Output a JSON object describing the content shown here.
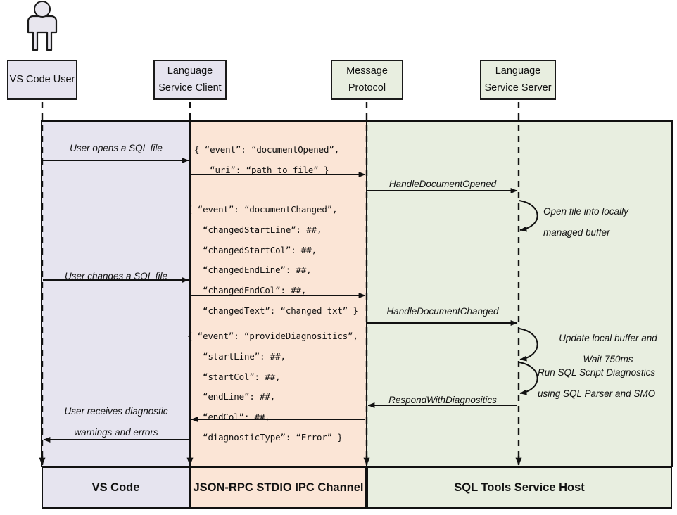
{
  "diagram": {
    "title": "SQL Tools Service language service sequence diagram",
    "type": "sequence-diagram",
    "colors": {
      "vscode_band": "#e6e4ef",
      "ipc_band": "#fbe5d6",
      "service_band": "#e8eee0",
      "stroke": "#111111",
      "actor_fill": "#e8e6ee"
    }
  },
  "actor": {
    "name": "user-actor",
    "label": ""
  },
  "participants": [
    {
      "id": "vscode-user",
      "line1": "VS Code User",
      "line2": "",
      "fill": "#e6e4ef"
    },
    {
      "id": "language-service-client",
      "line1": "Language",
      "line2": "Service Client",
      "fill": "#e6e4ef"
    },
    {
      "id": "message-protocol",
      "line1": "Message",
      "line2": "Protocol",
      "fill": "#e8eee0"
    },
    {
      "id": "language-service-server",
      "line1": "Language",
      "line2": "Service Server",
      "fill": "#e8eee0"
    }
  ],
  "bands": [
    {
      "id": "vscode-band",
      "label": "VS Code"
    },
    {
      "id": "ipc-band",
      "label": "JSON-RPC STDIO IPC Channel"
    },
    {
      "id": "service-band",
      "label": "SQL Tools Service Host"
    }
  ],
  "messages": [
    {
      "id": "user-opens-sql-file",
      "text": "User opens a SQL file",
      "direction": "right"
    },
    {
      "id": "handle-document-opened",
      "text": "HandleDocumentOpened",
      "direction": "right"
    },
    {
      "id": "open-file-into-buffer",
      "text": "Open file into locally\nmanaged buffer",
      "direction": "self"
    },
    {
      "id": "user-changes-sql-file",
      "text": "User changes a SQL file",
      "direction": "right"
    },
    {
      "id": "handle-document-changed",
      "text": "HandleDocumentChanged",
      "direction": "right"
    },
    {
      "id": "update-buffer-wait",
      "text": "Update local buffer and\nWait 750ms",
      "direction": "self"
    },
    {
      "id": "run-sql-script-diagnostics",
      "text": "Run SQL Script Diagnostics\nusing SQL Parser and SMO",
      "direction": "self"
    },
    {
      "id": "respond-with-diagnositics",
      "text": "RespondWithDiagnositics",
      "direction": "left"
    },
    {
      "id": "user-receives-diagnostics",
      "text": "User receives diagnostic\nwarnings and errors",
      "direction": "left"
    }
  ],
  "payloads": [
    {
      "id": "document-opened-payload",
      "lines": [
        "{ “event”: “documentOpened”,",
        "   “uri”: “path_to_file” }"
      ]
    },
    {
      "id": "document-changed-payload",
      "lines": [
        "{ “event”: “documentChanged”,",
        "   “changedStartLine”: ##,",
        "   “changedStartCol”: ##,",
        "   “changedEndLine”: ##,",
        "   “changedEndCol”: ##,",
        "   “changedText”: “changed txt” }"
      ]
    },
    {
      "id": "provide-diagnositics-payload",
      "lines": [
        "{ “event”: “provideDiagnositics”,",
        "   “startLine”: ##,",
        "   “startCol”: ##,",
        "   “endLine”: ##,",
        "   “endCol”: ##,",
        "   “diagnosticType”: “Error” }"
      ]
    }
  ]
}
